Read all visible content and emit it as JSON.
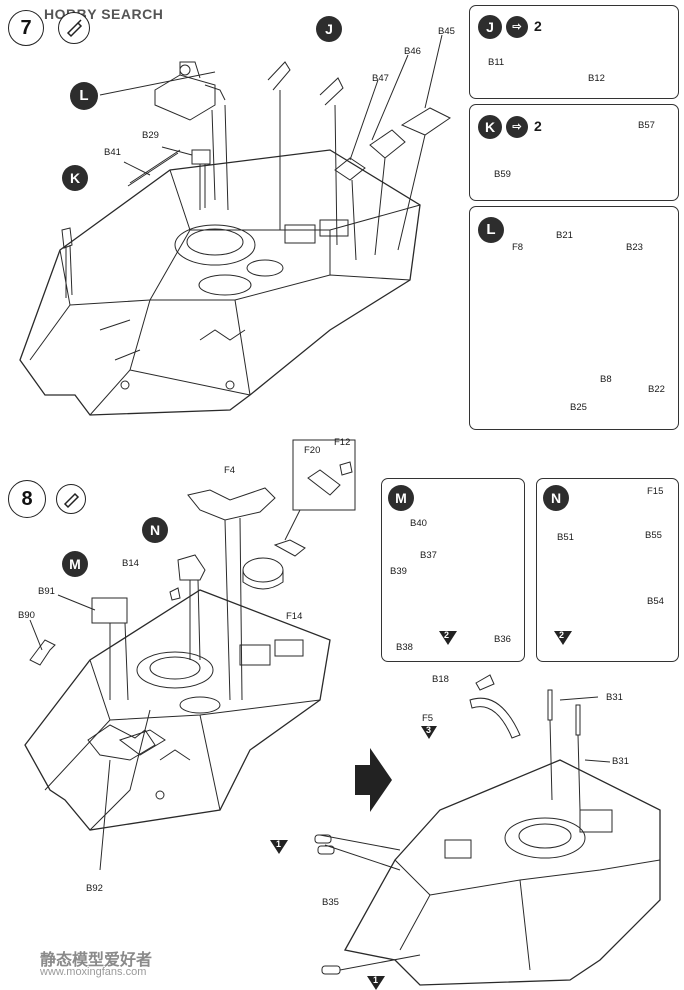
{
  "watermark": {
    "logo_text": "HOBBY SEARCH",
    "site_text": "www.moxingfans.com",
    "chinese_text": "静态模型爱好者"
  },
  "steps": [
    {
      "number": "7"
    },
    {
      "number": "8"
    }
  ],
  "subassemblies": {
    "J": {
      "letter": "J",
      "quantity": "2",
      "parts": [
        "B11",
        "B12"
      ]
    },
    "K": {
      "letter": "K",
      "quantity": "2",
      "parts": [
        "B57",
        "B59"
      ]
    },
    "L": {
      "letter": "L",
      "parts": [
        "F8",
        "B21",
        "B23",
        "B8",
        "B22",
        "B25"
      ]
    },
    "M": {
      "letter": "M",
      "parts": [
        "B40",
        "B37",
        "B39",
        "B38",
        "B36"
      ],
      "count_badge": "2"
    },
    "N": {
      "letter": "N",
      "parts": [
        "F15",
        "B55",
        "B51",
        "B54"
      ],
      "count_badge": "2"
    }
  },
  "step7_parts": [
    "B45",
    "B46",
    "B47",
    "B29",
    "B41",
    "J",
    "L",
    "K"
  ],
  "step8_parts": [
    "F4",
    "F20",
    "F12",
    "F14",
    "B14",
    "N",
    "M",
    "B91",
    "B90",
    "B92"
  ],
  "final_parts": [
    "B18",
    "F5",
    "B31",
    "B31",
    "B35"
  ],
  "badges": {
    "f5_badge": "3",
    "b35_badge_top": "1",
    "b35_badge_bottom": "1"
  }
}
